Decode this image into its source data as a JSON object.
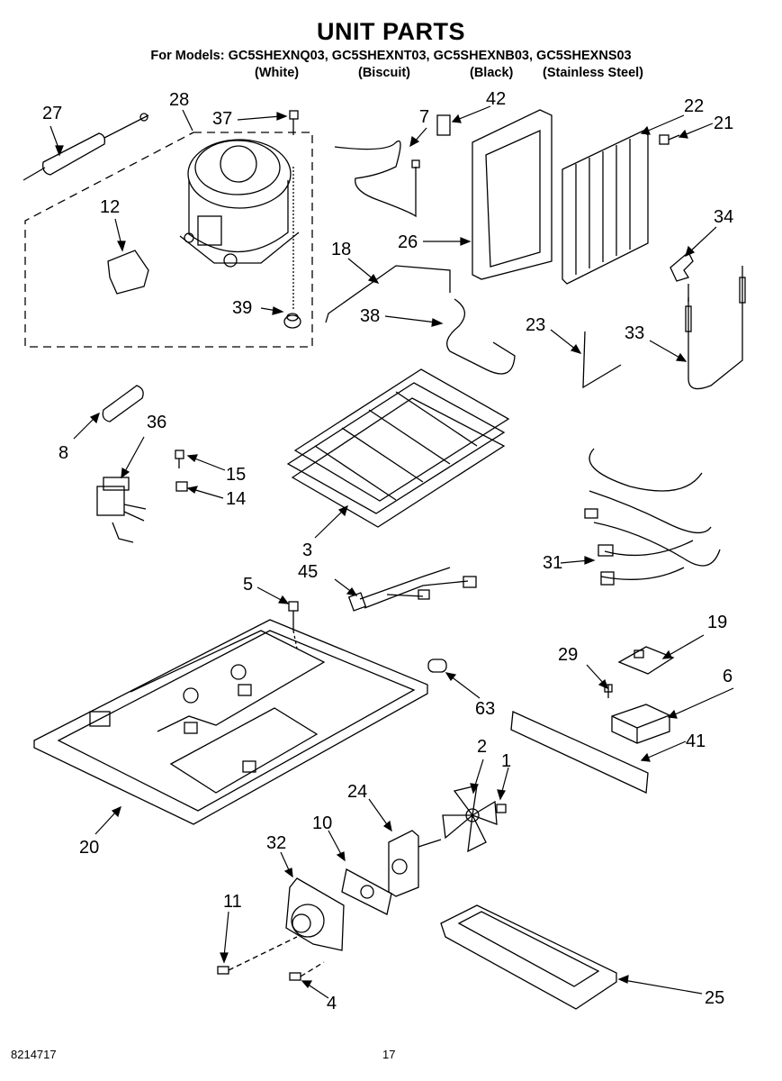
{
  "header": {
    "title": "UNIT PARTS",
    "models_line": "For Models: GC5SHEXNQ03, GC5SHEXNT03, GC5SHEXNB03, GC5SHEXNS03",
    "variants": [
      "(White)",
      "(Biscuit)",
      "(Black)",
      "(Stainless Steel)"
    ]
  },
  "labels": {
    "p1": "1",
    "p2": "2",
    "p3": "3",
    "p4": "4",
    "p5": "5",
    "p6": "6",
    "p7": "7",
    "p8": "8",
    "p10": "10",
    "p11": "11",
    "p12": "12",
    "p14": "14",
    "p15": "15",
    "p18": "18",
    "p19": "19",
    "p20": "20",
    "p21": "21",
    "p22": "22",
    "p23": "23",
    "p24": "24",
    "p25": "25",
    "p26": "26",
    "p27": "27",
    "p28": "28",
    "p29": "29",
    "p31": "31",
    "p32": "32",
    "p33": "33",
    "p34": "34",
    "p36": "36",
    "p37": "37",
    "p38": "38",
    "p39": "39",
    "p41": "41",
    "p42": "42",
    "p45": "45",
    "p63": "63"
  },
  "footer": {
    "doc_number": "8214717",
    "page_number": "17"
  }
}
